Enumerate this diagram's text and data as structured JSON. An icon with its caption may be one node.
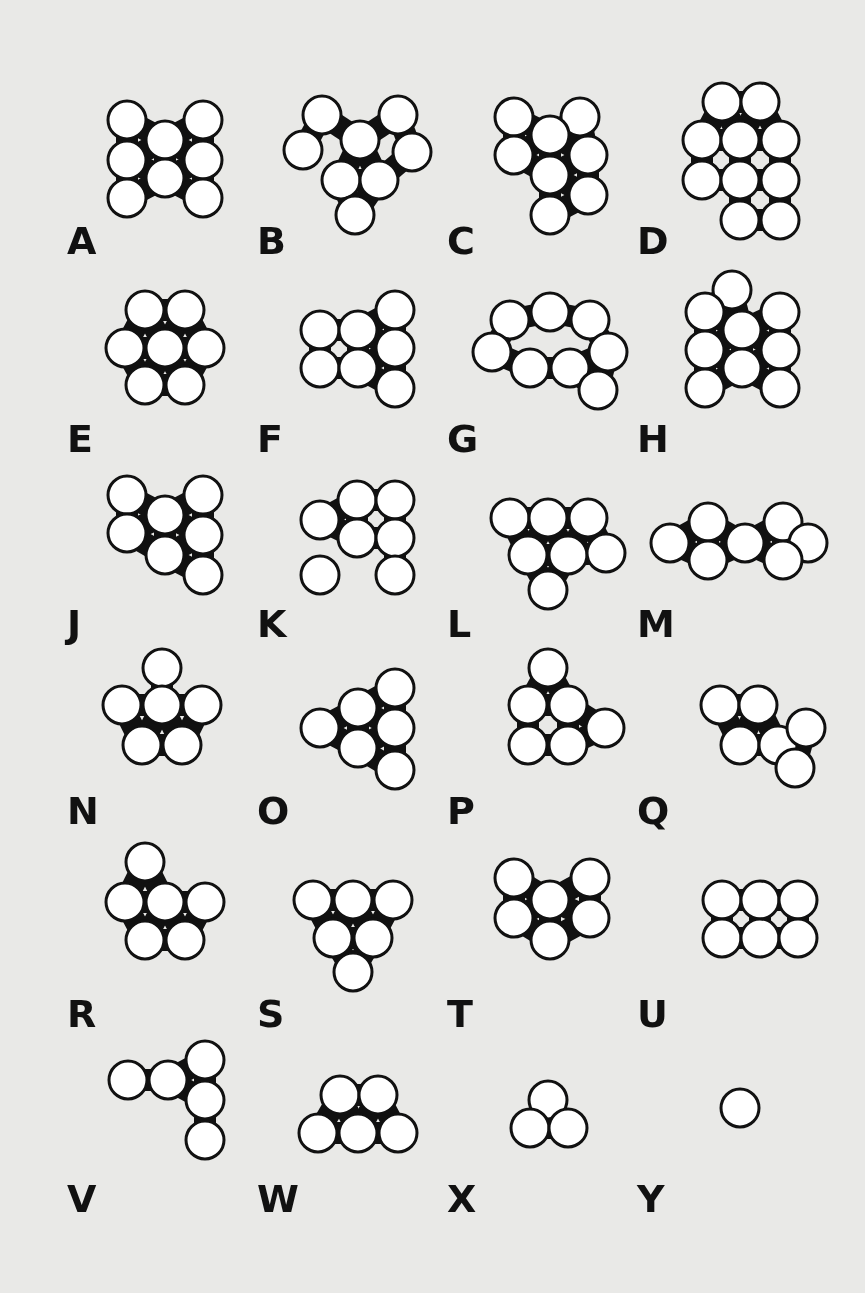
{
  "diagram": {
    "labels": [
      "A",
      "B",
      "C",
      "D",
      "E",
      "F",
      "G",
      "H",
      "J",
      "K",
      "L",
      "M",
      "N",
      "O",
      "P",
      "Q",
      "R",
      "S",
      "T",
      "U",
      "V",
      "W",
      "X",
      "Y"
    ]
  }
}
